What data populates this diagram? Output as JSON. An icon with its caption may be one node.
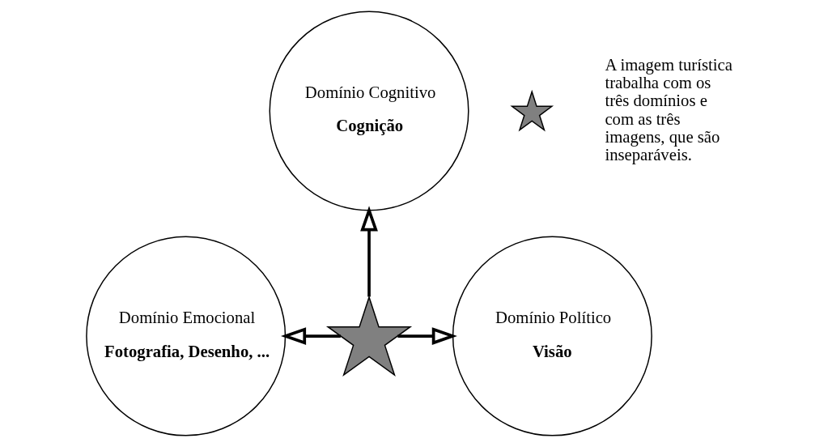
{
  "diagram": {
    "nodes": [
      {
        "text": [
          "Domínio Cognitivo",
          "Cognição"
        ]
      },
      {
        "text": [
          "Domínio Emocional",
          "Fotografia, Desenho, ..."
        ]
      },
      {
        "text": [
          "Domínio Político",
          "Visão"
        ]
      },
      {
        "text": [],
        "shape": "star"
      },
      {
        "text": [],
        "shape": "star",
        "beside": [
          "A imagem turística trabalha com os três domínios e com as três imagens, que são inseparáveis."
        ]
      }
    ],
    "edges": [
      {
        "from": 3,
        "to": 0,
        "arrow": "to"
      },
      {
        "from": 3,
        "to": 1,
        "arrow": "to"
      },
      {
        "from": 3,
        "to": 2,
        "arrow": "to"
      }
    ]
  }
}
